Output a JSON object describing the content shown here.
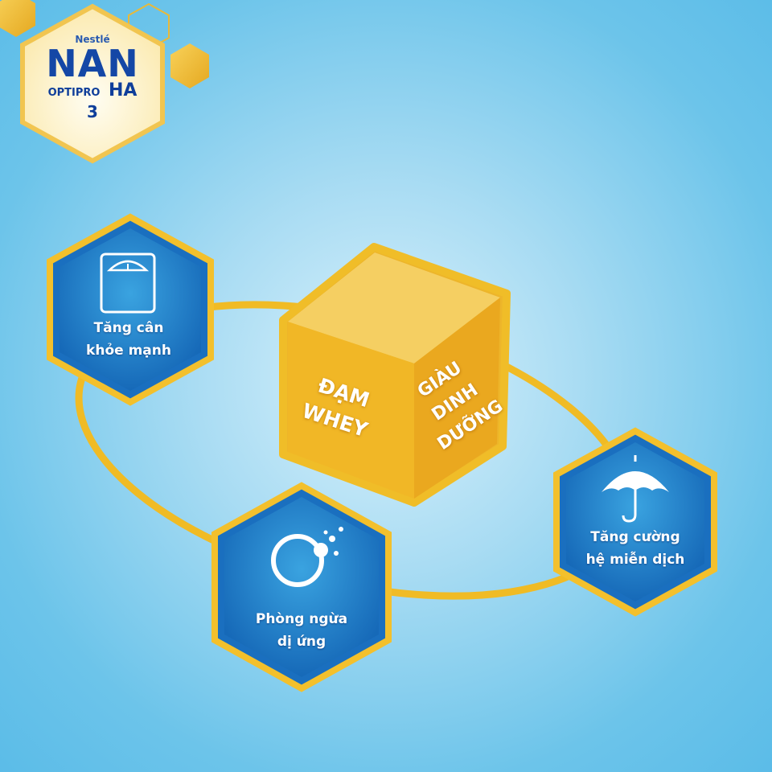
{
  "brand": {
    "maker": "Nestlé",
    "name": "NAN",
    "line": "OPTIPRO",
    "variant": "HA",
    "stage": "3"
  },
  "cube": {
    "front": [
      "ĐẠM",
      "WHEY"
    ],
    "side": [
      "GIÀU",
      "DINH",
      "DƯỠNG"
    ]
  },
  "benefits": [
    {
      "icon": "scale-icon",
      "lines": [
        "Tăng cân",
        "khỏe mạnh"
      ]
    },
    {
      "icon": "allergy-bubble-icon",
      "lines": [
        "Phòng ngừa",
        "dị ứng"
      ]
    },
    {
      "icon": "umbrella-icon",
      "lines": [
        "Tăng cường",
        "hệ miễn dịch"
      ]
    }
  ],
  "colors": {
    "gold": "#f0b823",
    "blue": "#1a7fcb",
    "navy": "#0f3e9a"
  }
}
